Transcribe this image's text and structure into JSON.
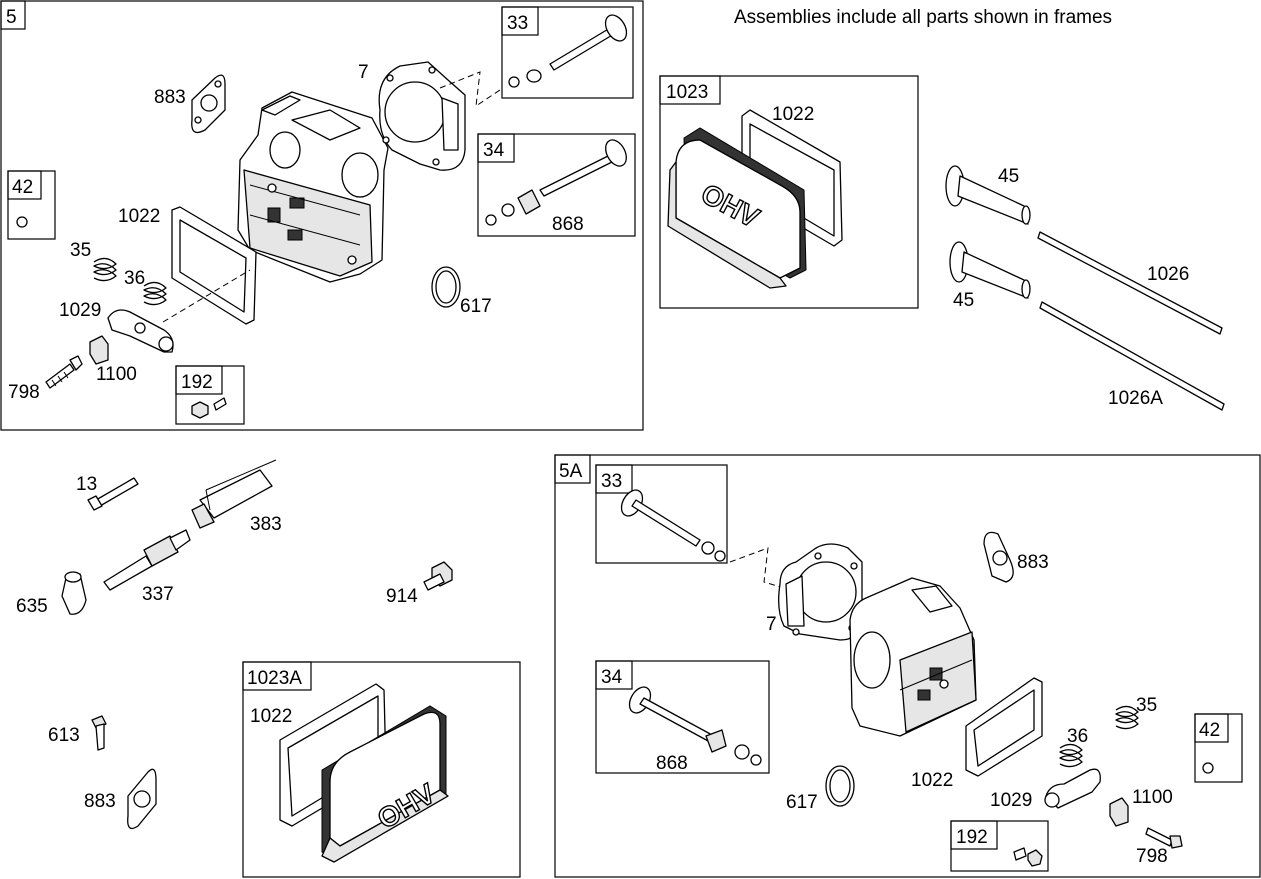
{
  "note": "Assemblies include all parts shown in frames",
  "frames": {
    "f5": "5",
    "f33a": "33",
    "f34a": "34",
    "f42a": "42",
    "f192a": "192",
    "f1023": "1023",
    "f5a": "5A",
    "f33b": "33",
    "f34b": "34",
    "f42b": "42",
    "f192b": "192",
    "f1023a": "1023A"
  },
  "labels": {
    "p883a": "883",
    "p7a": "7",
    "p868a": "868",
    "p1022a": "1022",
    "p35a": "35",
    "p36a": "36",
    "p1029a": "1029",
    "p1100a": "1100",
    "p798a": "798",
    "p617a": "617",
    "p1022b": "1022",
    "p45a": "45",
    "p45b": "45",
    "p1026": "1026",
    "p1026A": "1026A",
    "p13": "13",
    "p383": "383",
    "p635": "635",
    "p337": "337",
    "p914": "914",
    "p613": "613",
    "p883b": "883",
    "p1022c": "1022",
    "p883c": "883",
    "p7b": "7",
    "p868b": "868",
    "p617b": "617",
    "p1022d": "1022",
    "p35b": "35",
    "p36b": "36",
    "p1029b": "1029",
    "p1100b": "1100",
    "p798b": "798"
  },
  "icons": [
    "cylinder-head",
    "valve",
    "gasket",
    "spring",
    "rocker-arm",
    "screw",
    "spark-plug",
    "valve-cover",
    "push-rod"
  ]
}
